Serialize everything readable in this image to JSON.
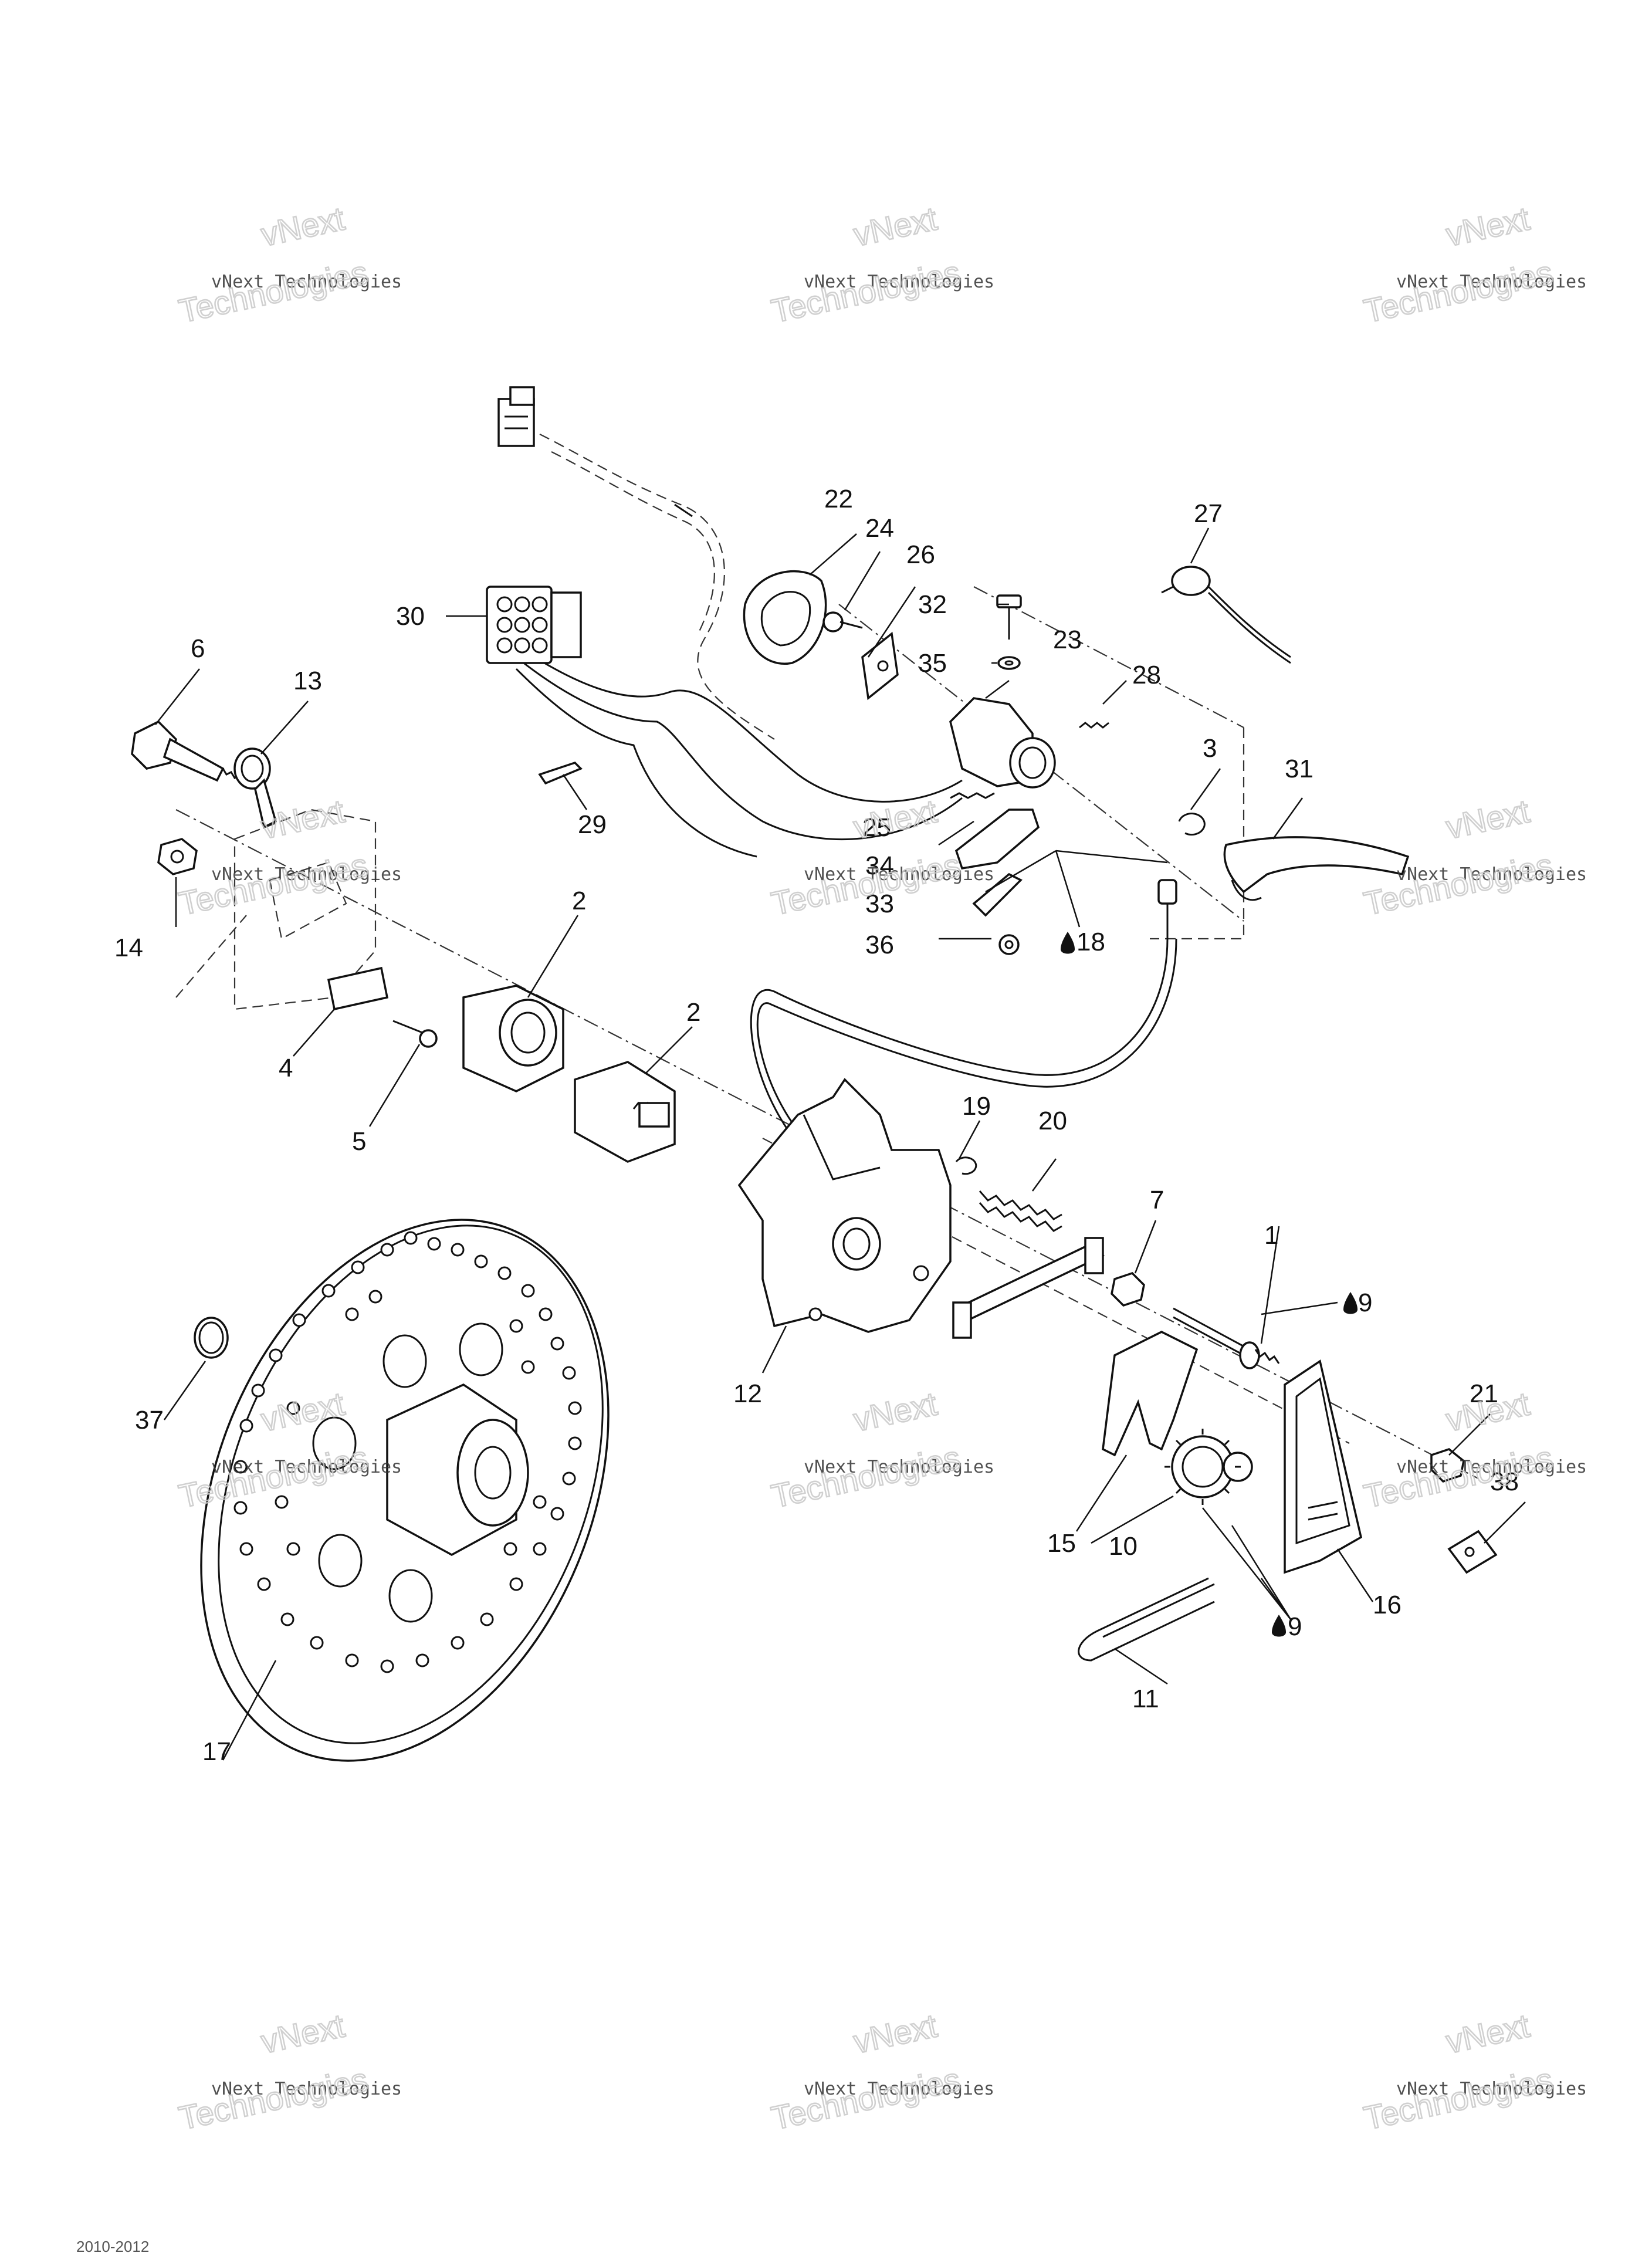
{
  "watermark": {
    "line1": "vNext",
    "line2": "vNext Technologies",
    "line3": "Technologies"
  },
  "callouts": {
    "c1": "1",
    "c2a": "2",
    "c2b": "2",
    "c3": "3",
    "c4": "4",
    "c5": "5",
    "c6": "6",
    "c7": "7",
    "c9a": "9",
    "c9b": "9",
    "c10": "10",
    "c11": "11",
    "c12": "12",
    "c13": "13",
    "c14": "14",
    "c15": "15",
    "c16": "16",
    "c17": "17",
    "c18": "18",
    "c19": "19",
    "c20": "20",
    "c21": "21",
    "c22": "22",
    "c23": "23",
    "c24": "24",
    "c25": "25",
    "c26": "26",
    "c27": "27",
    "c28": "28",
    "c29": "29",
    "c30": "30",
    "c31": "31",
    "c32": "32",
    "c33": "33",
    "c34": "34",
    "c35": "35",
    "c36": "36",
    "c37": "37",
    "c38": "38"
  },
  "footer_code": "2010-2012"
}
